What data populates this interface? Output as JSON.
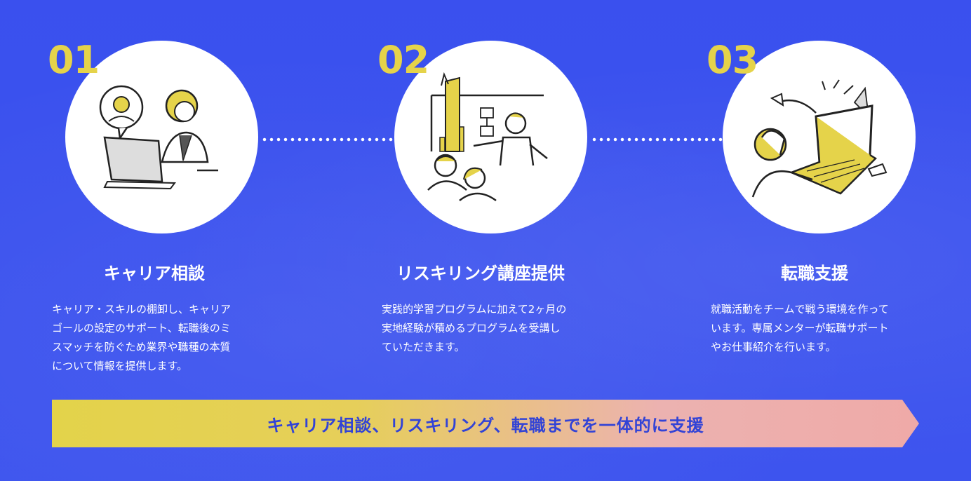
{
  "steps": [
    {
      "number": "01",
      "title": "キャリア相談",
      "desc": [
        "キャリア・スキルの棚卸し、キャリア",
        "ゴールの設定のサポート、転職後のミ",
        "スマッチを防ぐため業界や職種の本質",
        "について情報を提供します。"
      ],
      "icon": "consultation-illustration"
    },
    {
      "number": "02",
      "title": "リスキリング講座提供",
      "desc": [
        "実践的学習プログラムに加えて2ヶ月の",
        "実地経験が積めるプログラムを受講し",
        "ていただきます。"
      ],
      "icon": "reskilling-illustration"
    },
    {
      "number": "03",
      "title": "転職支援",
      "desc": [
        "就職活動をチームで戦う環境を作って",
        "います。専属メンターが転職サポート",
        "やお仕事紹介を行います。"
      ],
      "icon": "job-support-illustration"
    }
  ],
  "banner": {
    "text": "キャリア相談、リスキリング、転職までを一体的に支援"
  },
  "colors": {
    "background": "#3d54ee",
    "accent_yellow": "#e5d34a",
    "banner_text": "#3243d6",
    "banner_pink": "#efaaa8"
  }
}
